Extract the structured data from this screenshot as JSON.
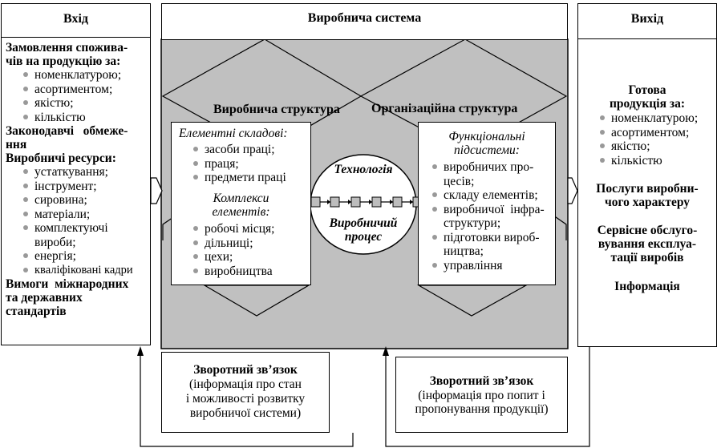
{
  "input": {
    "title": "Вхід",
    "orders_title_1": "Замовлення спожива-",
    "orders_title_2": "чів на продукцію за:",
    "orders_items": [
      "номенклатурою;",
      "асортиментом;",
      "якістю;",
      "кількістю"
    ],
    "legal_1": "Законодавчі   обмеже-",
    "legal_2": "ння",
    "resources_title": "Виробничі ресурси:",
    "resources_items": [
      "устаткування;",
      "інструмент;",
      "сировина;",
      "матеріали;",
      "комплектуючі",
      "вироби;",
      "енергія;",
      "кваліфіковані кадри"
    ],
    "standards_1": "Вимоги  міжнародних",
    "standards_2": "та державних",
    "standards_3": "стандартів"
  },
  "system": {
    "title": "Виробнича система",
    "structure_label": "Виробнича структура",
    "org_structure_label": "Організаційна структура",
    "elements_title": "Елементні складові:",
    "elements_items": [
      "засоби праці;",
      "праця;",
      "предмети праці"
    ],
    "complexes_title_1": "Комплекси",
    "complexes_title_2": "елементів:",
    "complexes_items": [
      "робочі місця;",
      "дільниці;",
      "цехи;",
      "виробництва"
    ],
    "technology": "Технологія",
    "process_1": "Виробничий",
    "process_2": "процес",
    "functional_title_1": "Функціональні",
    "functional_title_2": "підсистеми:",
    "functional_items": [
      "виробничих про-",
      "цесів;",
      "складу елементів;",
      "виробничої  інфра-",
      "структури;",
      "підготовки вироб-",
      "ництва;",
      "управління"
    ]
  },
  "output": {
    "title": "Вихід",
    "product_1": "Готова",
    "product_2": "продукція за:",
    "product_items": [
      "номенклатурою;",
      "асортиментом;",
      "якістю;",
      "кількістю"
    ],
    "services_1": "Послуги виробни-",
    "services_2": "чого характеру",
    "service_1": "Сервісне обслуго-",
    "service_2": "вування експлуа-",
    "service_3": "тації виробів",
    "information": "Інформація"
  },
  "feedback_left": {
    "title": "Зворотний зв’язок",
    "line1": "(інформація про стан",
    "line2": "і можливості розвитку",
    "line3": "виробничої системи)"
  },
  "feedback_right": {
    "title": "Зворотний зв’язок",
    "line1": "(інформація про попит і",
    "line2": "пропонування продукції)"
  },
  "colors": {
    "system_fill": "#c0c0c0",
    "bullet": "#999999",
    "line": "#000000"
  }
}
